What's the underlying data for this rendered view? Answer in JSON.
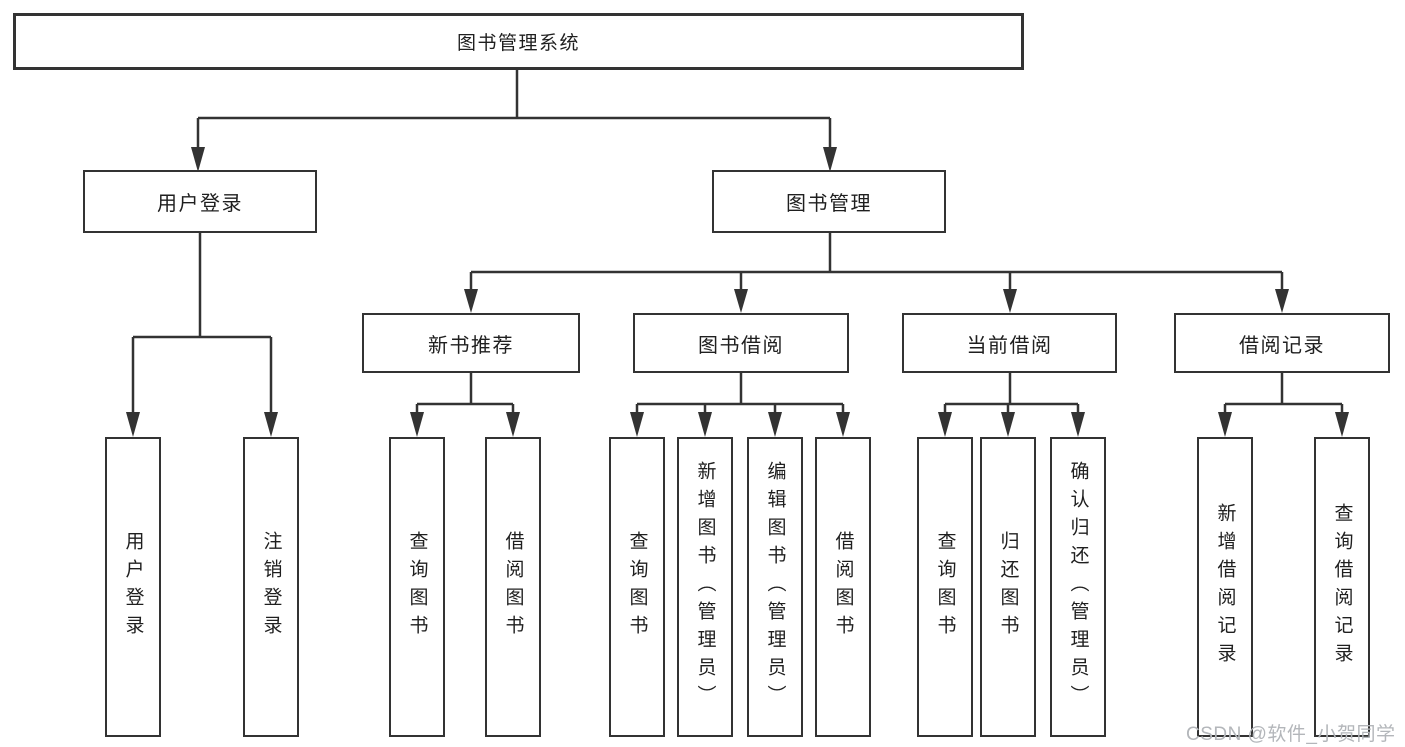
{
  "diagram": {
    "root": {
      "label": "图书管理系统"
    },
    "branches": [
      {
        "label": "用户登录",
        "children": [
          {
            "label": "用户登录"
          },
          {
            "label": "注销登录"
          }
        ]
      },
      {
        "label": "图书管理",
        "children": [
          {
            "label": "新书推荐",
            "children": [
              {
                "label": "查询图书"
              },
              {
                "label": "借阅图书"
              }
            ]
          },
          {
            "label": "图书借阅",
            "children": [
              {
                "label": "查询图书"
              },
              {
                "label": "新增图书（管理员）"
              },
              {
                "label": "编辑图书（管理员）"
              },
              {
                "label": "借阅图书"
              }
            ]
          },
          {
            "label": "当前借阅",
            "children": [
              {
                "label": "查询图书"
              },
              {
                "label": "归还图书"
              },
              {
                "label": "确认归还（管理员）"
              }
            ]
          },
          {
            "label": "借阅记录",
            "children": [
              {
                "label": "新增借阅记录"
              },
              {
                "label": "查询借阅记录"
              }
            ]
          }
        ]
      }
    ]
  },
  "watermark": {
    "text": "CSDN @软件_小贺同学"
  },
  "colors": {
    "line": "#333333",
    "box_border": "#333333",
    "box_background": "#ffffff",
    "text": "#1f1f1f",
    "watermark": "#b3b6ba"
  }
}
